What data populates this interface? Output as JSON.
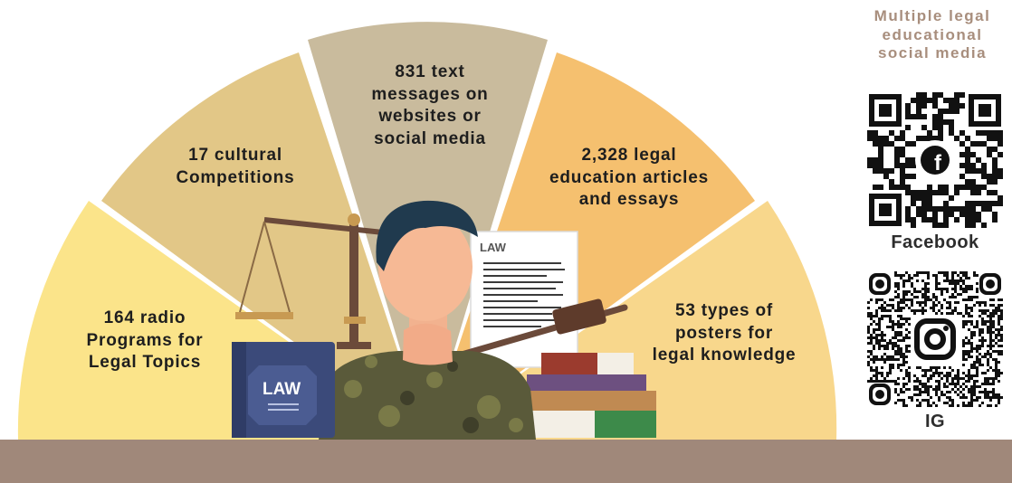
{
  "segments": [
    {
      "lines": [
        "164 radio",
        "Programs for",
        "Legal Topics"
      ]
    },
    {
      "lines": [
        "17 cultural",
        "Competitions"
      ]
    },
    {
      "lines": [
        "831 text",
        "messages on",
        "websites or",
        "social media"
      ]
    },
    {
      "lines": [
        "2,328 legal",
        "education articles",
        "and essays"
      ]
    },
    {
      "lines": [
        "53 types of",
        "posters for",
        "legal knowledge"
      ]
    }
  ],
  "illustration": {
    "book_label": "LAW",
    "document_label": "LAW"
  },
  "social": {
    "title_lines": [
      "Multiple legal",
      "educational",
      "social media"
    ],
    "facebook_label": "Facebook",
    "instagram_label": "IG"
  },
  "colors": {
    "segment_1": "#fbe48a",
    "segment_2": "#e2c787",
    "segment_3": "#c9bb9d",
    "segment_4": "#f5c06f",
    "segment_5": "#f8d78c",
    "desk": "#a0887a",
    "title": "#a88e7d"
  }
}
